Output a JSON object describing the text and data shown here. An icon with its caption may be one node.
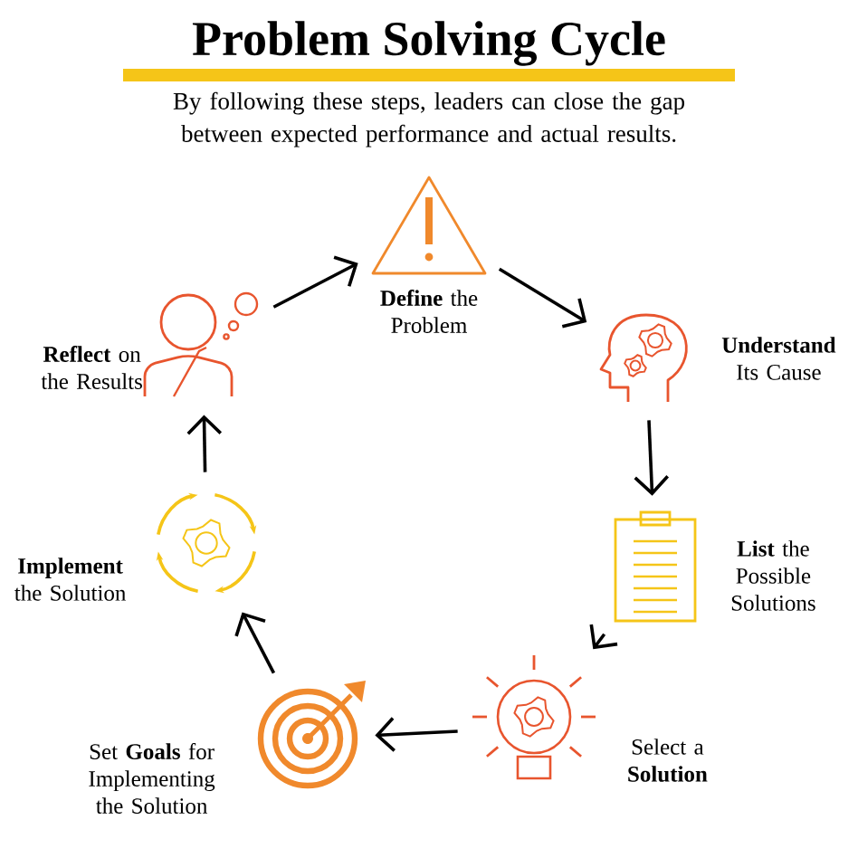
{
  "diagram": {
    "title": "Problem Solving Cycle",
    "caption": "By following these steps, leaders can close the gap between expected performance and actual results.",
    "nodes": [
      {
        "text": [],
        "shape": "picture",
        "beside": [
          "**Define** the Problem"
        ]
      },
      {
        "text": [],
        "shape": "picture",
        "beside": [
          "**Understand** Its Cause"
        ]
      },
      {
        "text": [],
        "shape": "picture",
        "beside": [
          "**List** the Possible Solutions"
        ]
      },
      {
        "text": [],
        "shape": "picture",
        "beside": [
          "Select a **Solution**"
        ]
      },
      {
        "text": [],
        "shape": "picture",
        "beside": [
          "Set **Goals** for Implementing the Solution"
        ]
      },
      {
        "text": [],
        "shape": "picture",
        "beside": [
          "**Implement** the Solution"
        ]
      },
      {
        "text": [],
        "shape": "picture",
        "beside": [
          "**Reflect** on the Results"
        ]
      }
    ],
    "edges": [
      {
        "from": 0,
        "to": 1,
        "arrow": "to"
      },
      {
        "from": 1,
        "to": 2,
        "arrow": "to"
      },
      {
        "from": 2,
        "to": 3,
        "arrow": "to"
      },
      {
        "from": 3,
        "to": 4,
        "arrow": "to"
      },
      {
        "from": 4,
        "to": 5,
        "arrow": "to"
      },
      {
        "from": 5,
        "to": 6,
        "arrow": "to"
      },
      {
        "from": 6,
        "to": 0,
        "arrow": "to"
      }
    ]
  }
}
